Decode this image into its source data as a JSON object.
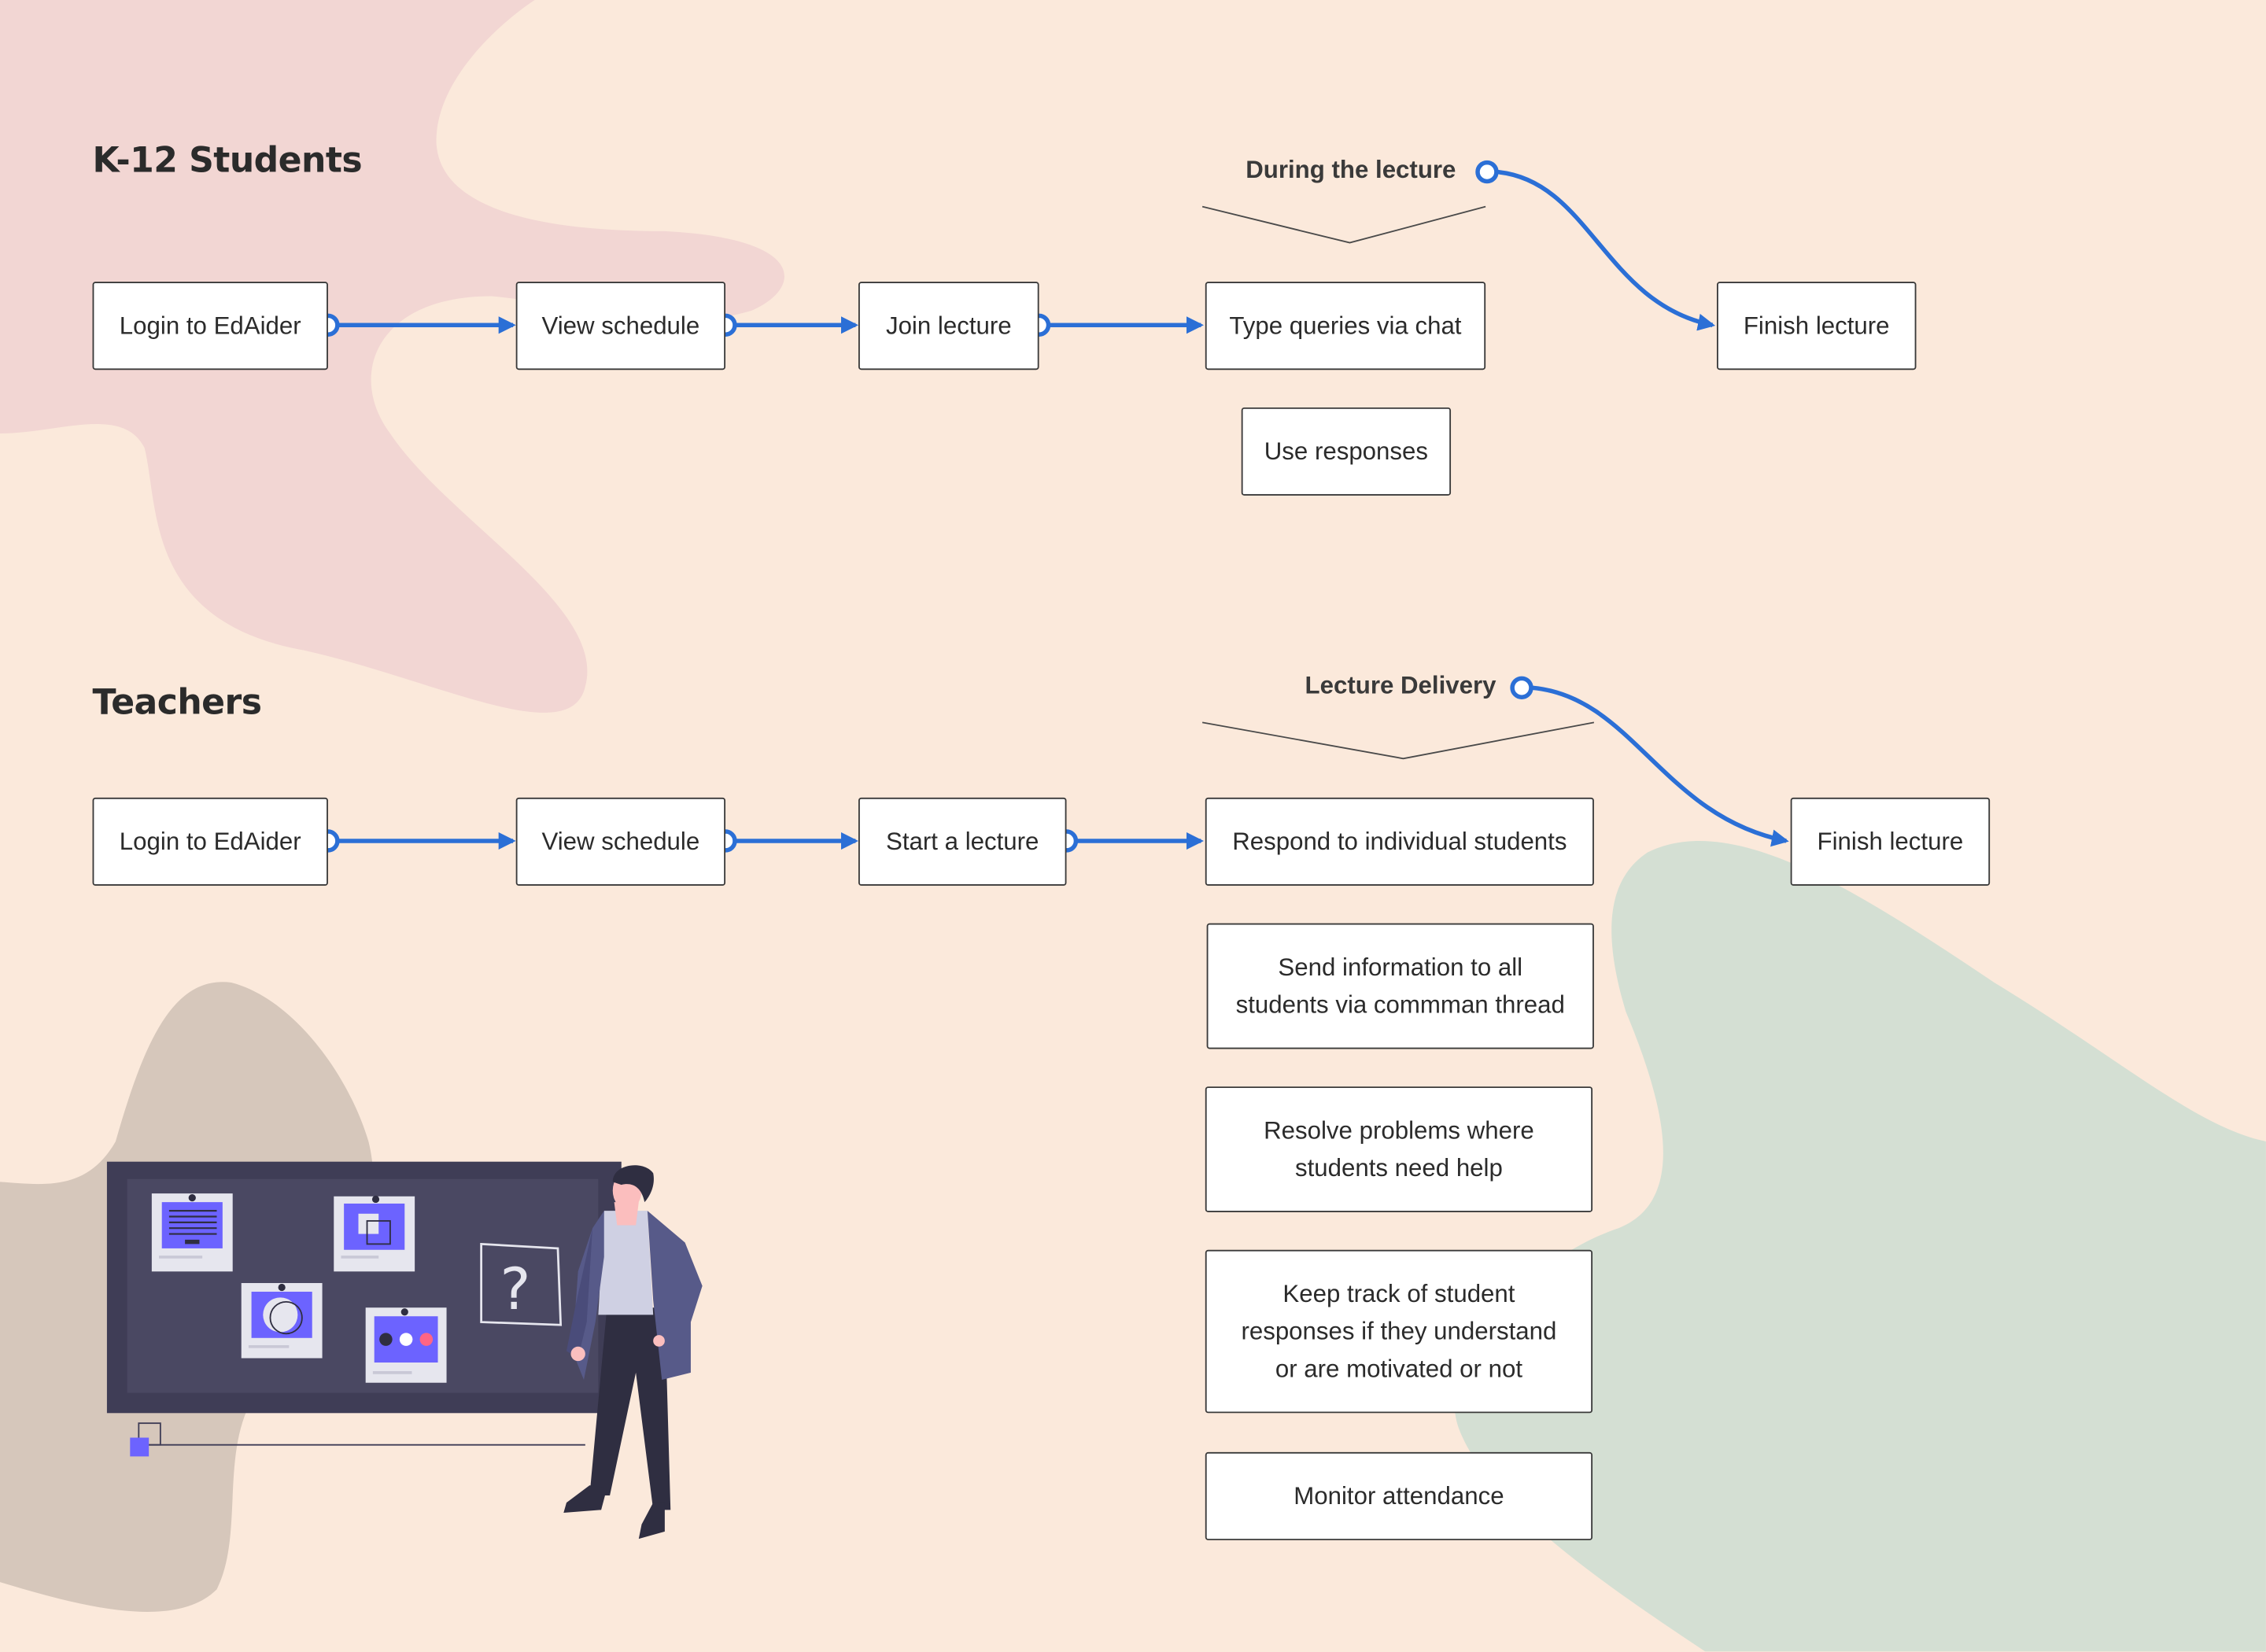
{
  "students": {
    "heading": "K-12 Students",
    "steps": [
      "Login to EdAider",
      "View schedule",
      "Join lecture",
      "Type queries via chat",
      "Finish lecture"
    ],
    "group_label": "During the lecture",
    "sub_steps": [
      "Use responses"
    ]
  },
  "teachers": {
    "heading": "Teachers",
    "steps": [
      "Login to EdAider",
      "View schedule",
      "Start a lecture",
      "Respond to individual students",
      "Finish lecture"
    ],
    "group_label": "Lecture Delivery",
    "sub_steps": [
      "Send information to all\nstudents via commman thread",
      "Resolve problems where\nstudents need help",
      "Keep track of student\nresponses if they understand\nor are motivated or not",
      "Monitor attendance"
    ]
  },
  "colors": {
    "connector": "#2b6fd6",
    "background": "#fbe9db",
    "blob_pink": "#f2d6d3",
    "blob_green": "#d4dfd3",
    "blob_tan": "#d6c7bb"
  }
}
